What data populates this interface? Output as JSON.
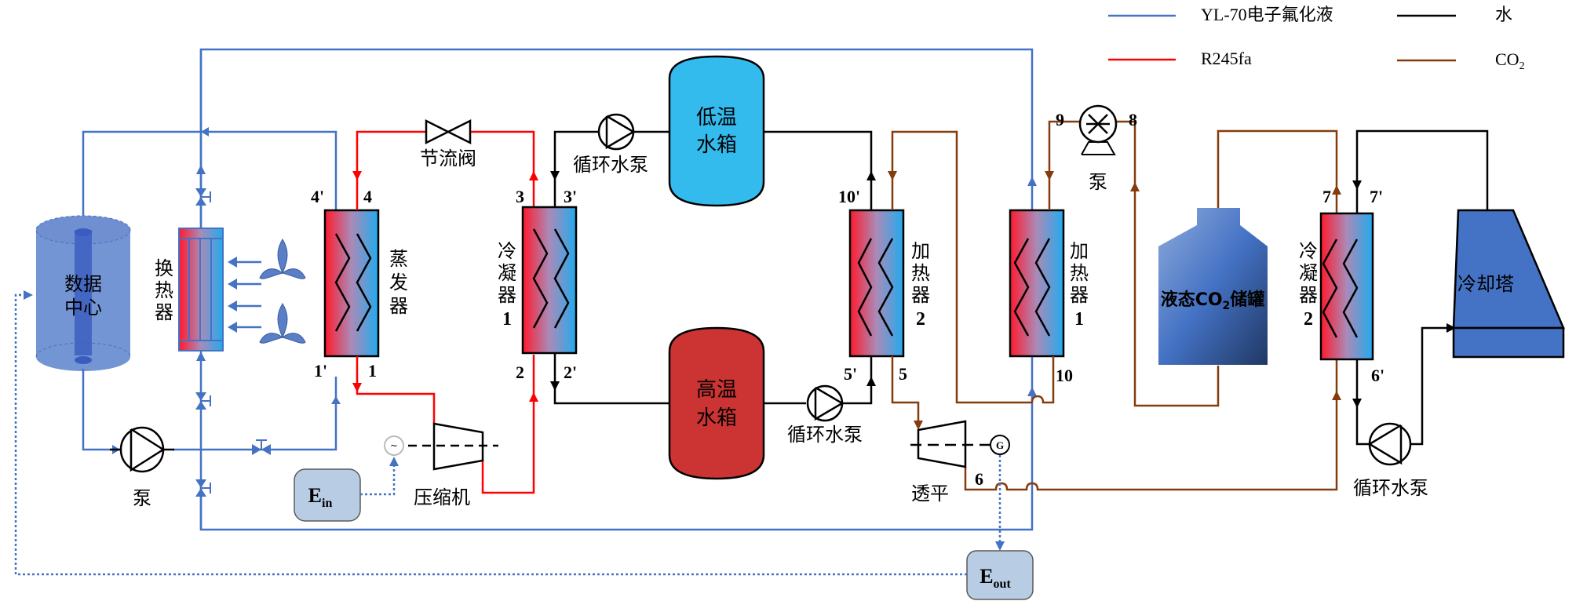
{
  "legend": {
    "items": [
      {
        "label": "YL-70电子氟化液",
        "color": "#4472C4"
      },
      {
        "label": "水",
        "color": "#000000"
      },
      {
        "label": "R245fa",
        "color": "#FF0000"
      },
      {
        "label": "CO",
        "sub": "2",
        "color": "#843C0C"
      }
    ]
  },
  "components": {
    "datacenter": [
      "数据",
      "中心"
    ],
    "heat_exchanger": [
      "换",
      "热",
      "器"
    ],
    "evaporator": [
      "蒸",
      "发",
      "器"
    ],
    "throttle_valve": "节流阀",
    "condenser1": [
      "冷",
      "凝",
      "器",
      "1"
    ],
    "low_tank": [
      "低温",
      "水箱"
    ],
    "high_tank": [
      "高温",
      "水箱"
    ],
    "circ_pump_top": "循环水泵",
    "circ_pump_mid": "循环水泵",
    "circ_pump_right": "循环水泵",
    "heater2": [
      "加",
      "热",
      "器",
      "2"
    ],
    "heater1": [
      "加",
      "热",
      "器",
      "1"
    ],
    "pump_left": "泵",
    "pump_co2": "泵",
    "compressor": "压缩机",
    "turbine": "透平",
    "co2_tank": {
      "pre": "液态CO",
      "sub": "2",
      "post": "储罐"
    },
    "condenser2": [
      "冷",
      "凝",
      "器",
      "2"
    ],
    "cooling_tower": "冷却塔",
    "e_in": {
      "main": "E",
      "sub": "in"
    },
    "e_out": {
      "main": "E",
      "sub": "out"
    },
    "generator": "G",
    "motor": "~"
  },
  "points": {
    "p4p": "4'",
    "p4": "4",
    "p1p": "1'",
    "p1": "1",
    "p3": "3",
    "p3p": "3'",
    "p2": "2",
    "p2p": "2'",
    "p10p": "10'",
    "p5p": "5'",
    "p5": "5",
    "p10": "10",
    "p9": "9",
    "p8": "8",
    "p6": "6",
    "p7": "7",
    "p7p": "7'",
    "p6p": "6'"
  },
  "colors": {
    "fluid_yl70": "#4472C4",
    "water": "#000000",
    "r245fa": "#FF0000",
    "co2": "#843C0C",
    "low_tank": "#33BBEE",
    "high_tank": "#CC3333",
    "energy_box": "#B8CCE4",
    "cooling_tower": "#4472C4"
  }
}
